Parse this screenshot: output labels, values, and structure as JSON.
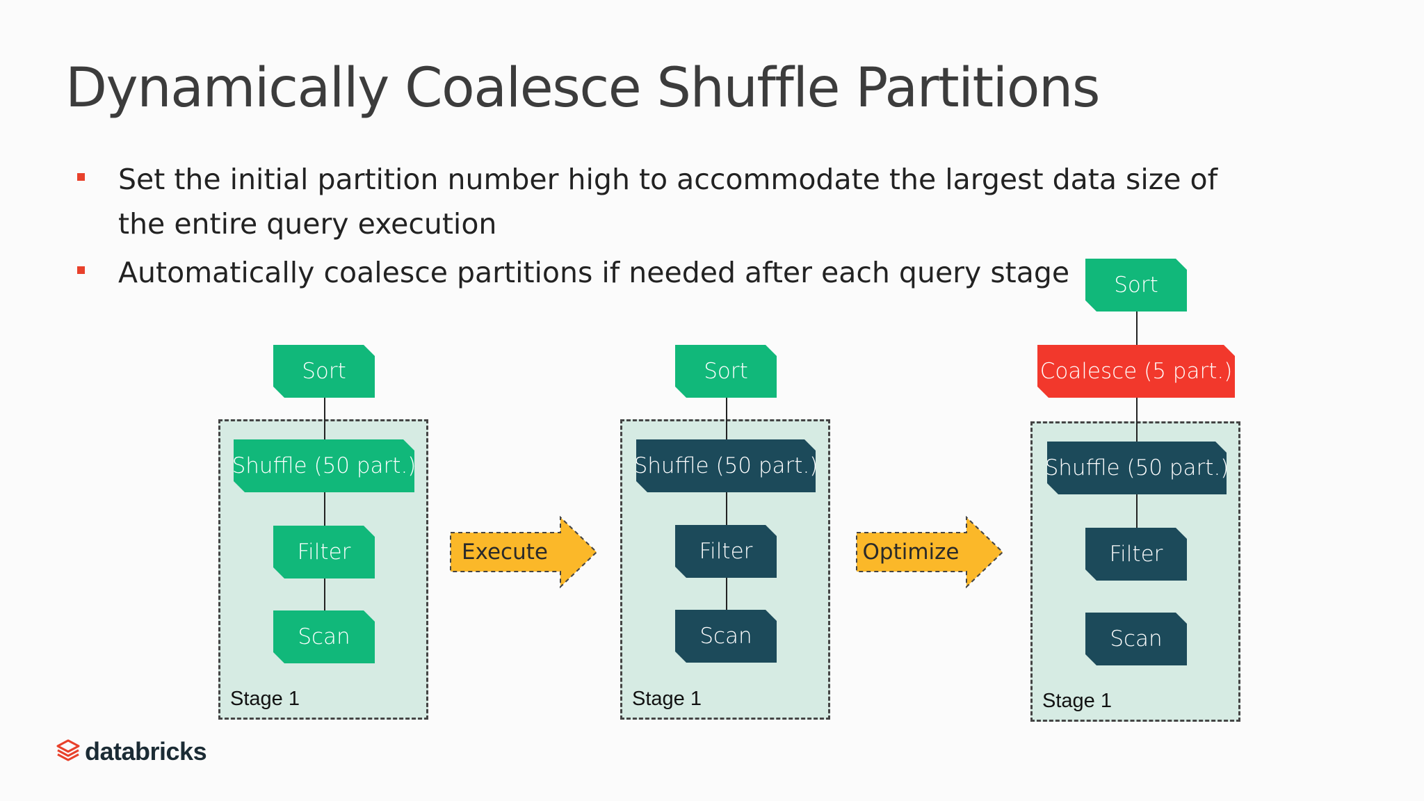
{
  "title": "Dynamically Coalesce Shuffle Partitions",
  "bullets": [
    "Set the initial partition number high to accommodate the largest data size of the entire query execution",
    "Automatically coalesce partitions if needed after each query stage"
  ],
  "diagram": {
    "panel1": {
      "sort": "Sort",
      "shuffle": "Shuffle (50 part.)",
      "filter": "Filter",
      "scan": "Scan",
      "stage": "Stage 1"
    },
    "arrow1": "Execute",
    "panel2": {
      "sort": "Sort",
      "shuffle": "Shuffle (50 part.)",
      "filter": "Filter",
      "scan": "Scan",
      "stage": "Stage 1"
    },
    "arrow2": "Optimize",
    "panel3": {
      "sort": "Sort",
      "coalesce": "Coalesce (5 part.)",
      "shuffle": "Shuffle (50 part.)",
      "filter": "Filter",
      "scan": "Scan",
      "stage": "Stage 1"
    }
  },
  "colors": {
    "green_node": "#11b87a",
    "dark_node": "#1c4a5a",
    "red_node": "#f2382c",
    "arrow_fill": "#fbb829",
    "stage_fill": "#d6ebe3",
    "bullet": "#e8412b"
  },
  "footer": {
    "logo_icon": "databricks-logo-icon",
    "logo_text": "databricks"
  }
}
